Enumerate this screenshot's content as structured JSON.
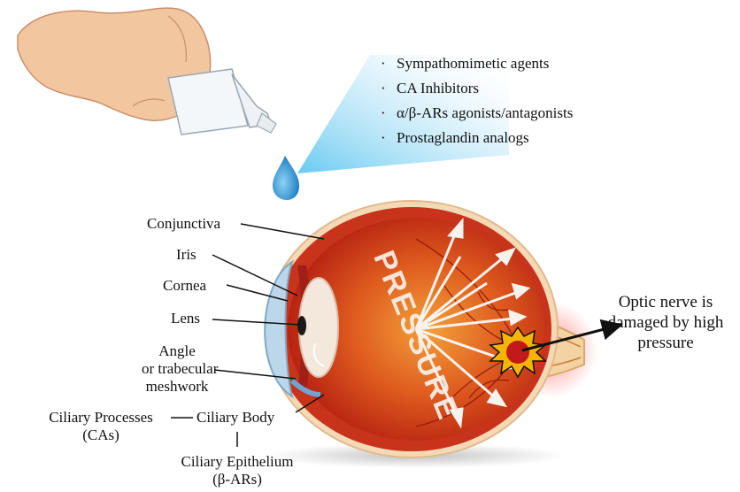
{
  "drugs": {
    "items": [
      "Sympathomimetic agents",
      "CA Inhibitors",
      "α/β-ARs agonists/antagonists",
      "Prostaglandin analogs"
    ]
  },
  "labels": {
    "conjunctiva": "Conjunctiva",
    "iris": "Iris",
    "cornea": "Cornea",
    "lens": "Lens",
    "angle_line1": "Angle",
    "angle_line2": "or trabecular",
    "angle_line3": "meshwork",
    "ciliary_processes_line1": "Ciliary Processes",
    "ciliary_processes_line2": "(CAs)",
    "ciliary_body": "Ciliary Body",
    "ciliary_epithelium_line1": "Ciliary Epithelium",
    "ciliary_epithelium_line2": "(β-ARs)",
    "pressure": "PRESSURE",
    "optic_line1": "Optic nerve is",
    "optic_line2": "damaged by high",
    "optic_line3": "pressure"
  },
  "colors": {
    "eye_red": "#c0301a",
    "eye_orange": "#e8772a",
    "sclera": "#f3d9b5",
    "blue_outer": "#9fbfd8",
    "drop_blue": "#2e8fd0",
    "skin": "#f2c7a0"
  }
}
